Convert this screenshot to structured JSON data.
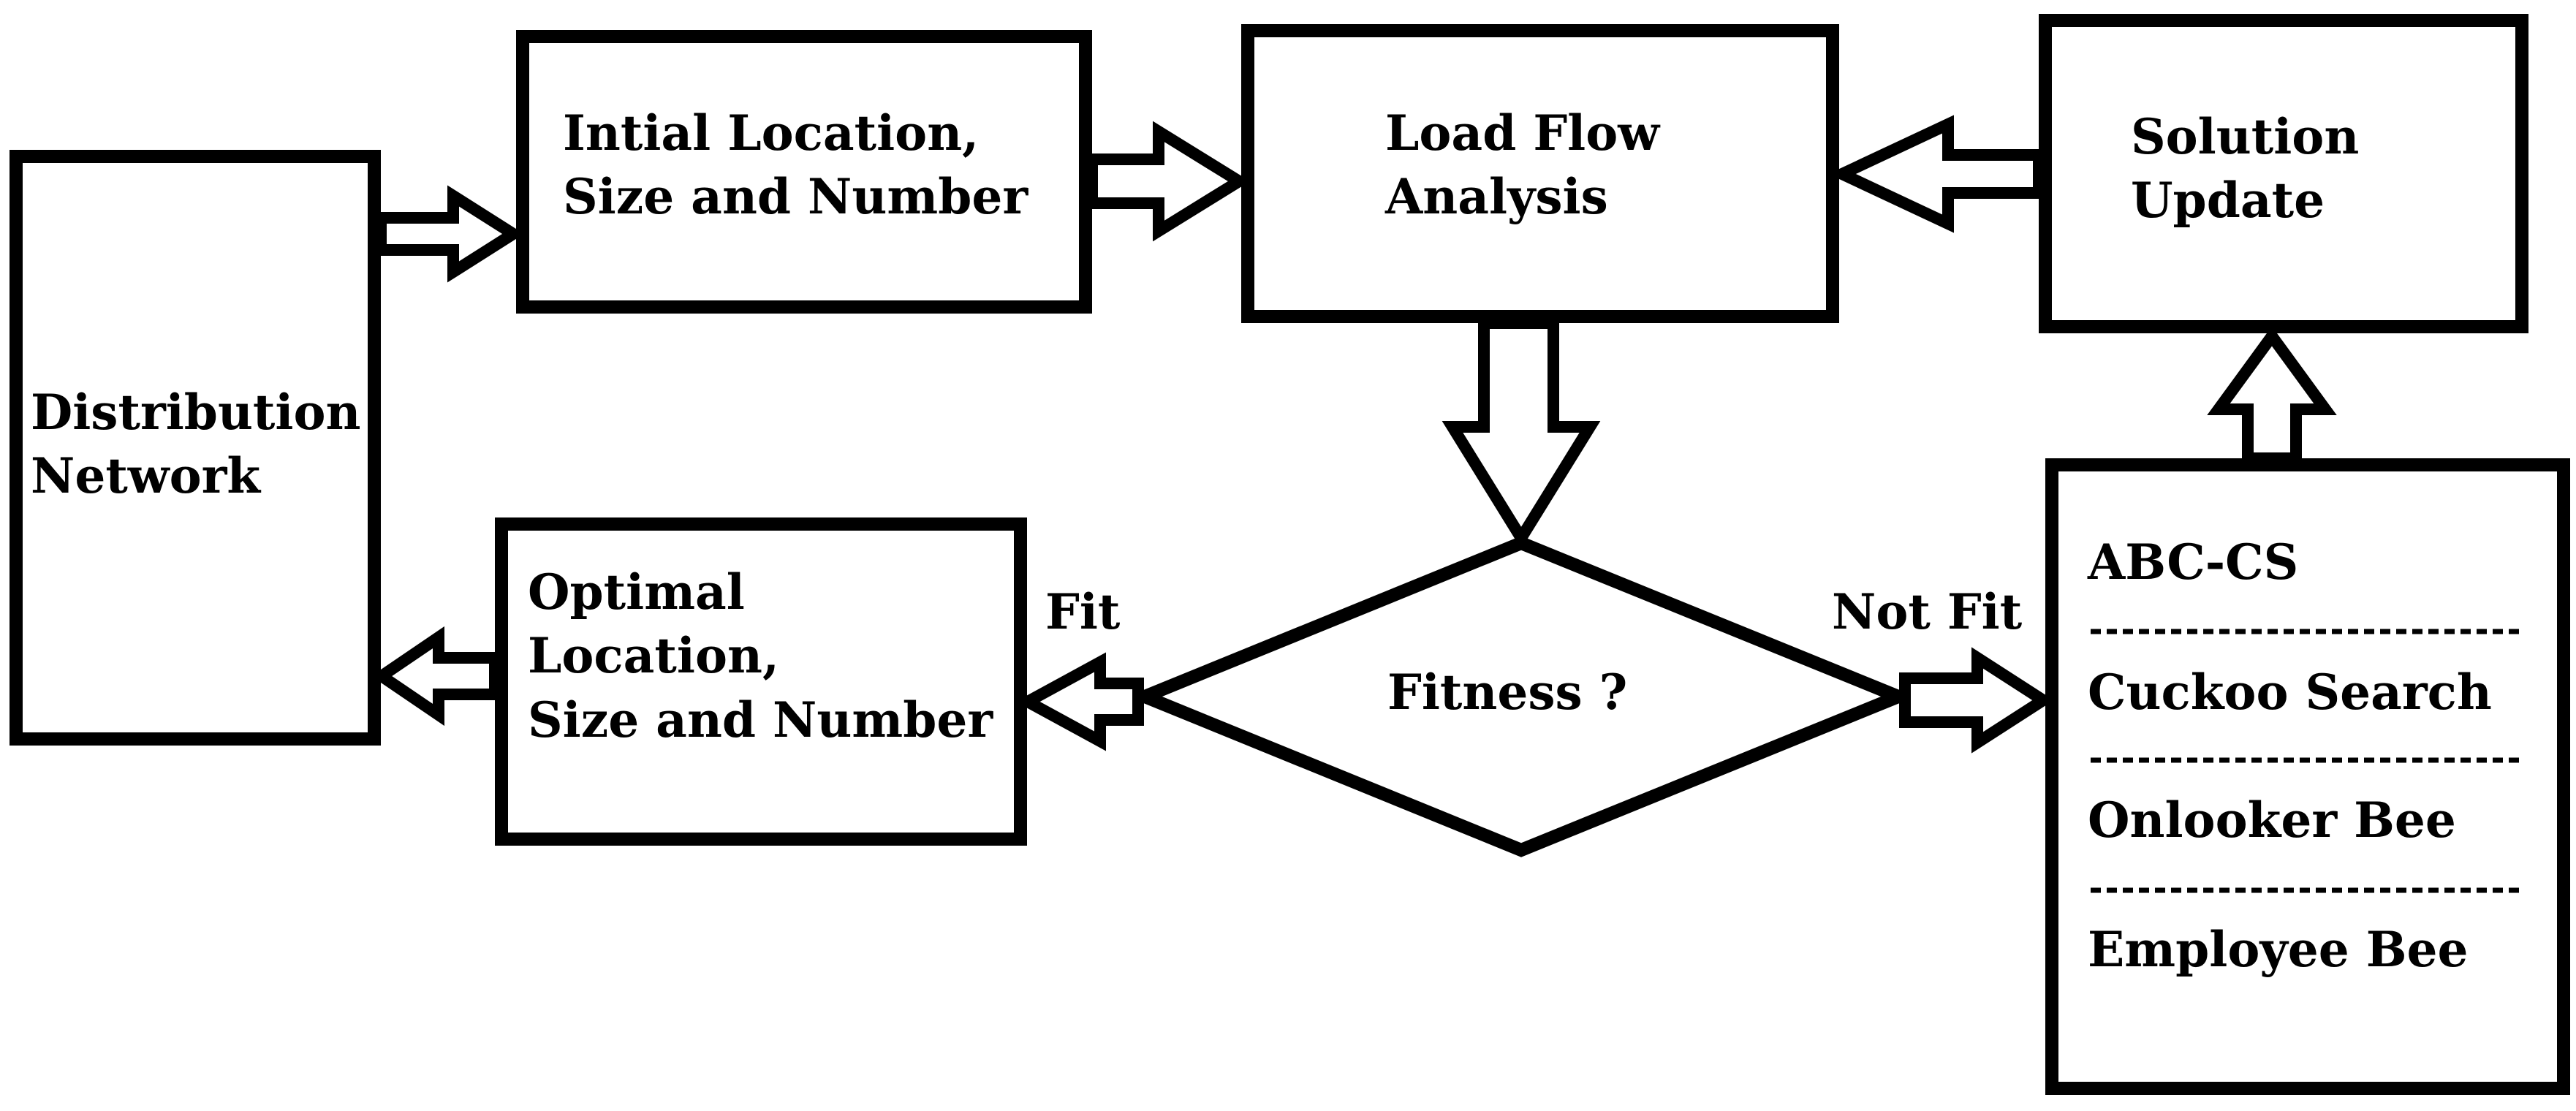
{
  "diagram": {
    "distribution": {
      "line1": "Distribution",
      "line2": "Network"
    },
    "initial": {
      "line1": "Intial Location,",
      "line2": "Size and Number"
    },
    "loadflow": {
      "line1": "Load Flow",
      "line2": "Analysis"
    },
    "solution": {
      "line1": "Solution",
      "line2": "Update"
    },
    "optimal": {
      "line1": "Optimal",
      "line2": "Location,",
      "line3": "Size and Number"
    },
    "fitness": "Fitness ?",
    "fit_label": "Fit",
    "not_fit_label": "Not Fit",
    "algorithms": [
      "ABC-CS",
      "Cuckoo Search",
      "Onlooker Bee",
      "Employee Bee"
    ]
  }
}
